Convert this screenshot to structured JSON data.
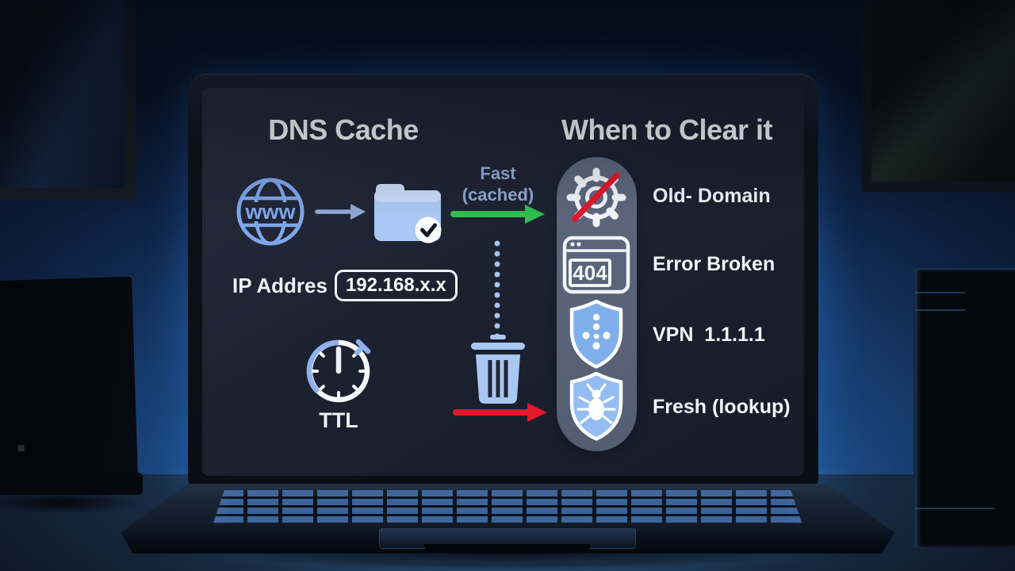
{
  "screen": {
    "title_left": "DNS Cache",
    "title_right": "When to Clear it",
    "globe_label": "www",
    "fast_line1": "Fast",
    "fast_line2": "(cached)",
    "ip_label": "IP Addres",
    "ip_value": "192.168.x.x",
    "ttl_label": "TTL",
    "flow_icons": [
      "globe-www-icon",
      "arrow-right-icon",
      "folder-check-icon",
      "green-arrow-icon",
      "dotted-line",
      "stopwatch-icon",
      "trash-icon",
      "red-arrow-icon"
    ],
    "clear_items": [
      {
        "icon": "gear-slash-icon",
        "label": "Old- Domain"
      },
      {
        "icon": "browser-404-icon",
        "badge": "404",
        "label": "Error Broken"
      },
      {
        "icon": "shield-dots-icon",
        "label": "VPN  1.1.1.1"
      },
      {
        "icon": "shield-bug-icon",
        "label": "Fresh (lookup)"
      }
    ],
    "colors": {
      "accent_text_blue": "#8fa8d6",
      "icon_blue": "#a9c7f3",
      "outline_blue": "#7fa6e8",
      "green_arrow": "#2fbe4e",
      "red_arrow": "#e2182e",
      "panel_pill": "#5a6377",
      "text_white": "#f2f5f9",
      "screen_bg": "#1c2130"
    }
  }
}
